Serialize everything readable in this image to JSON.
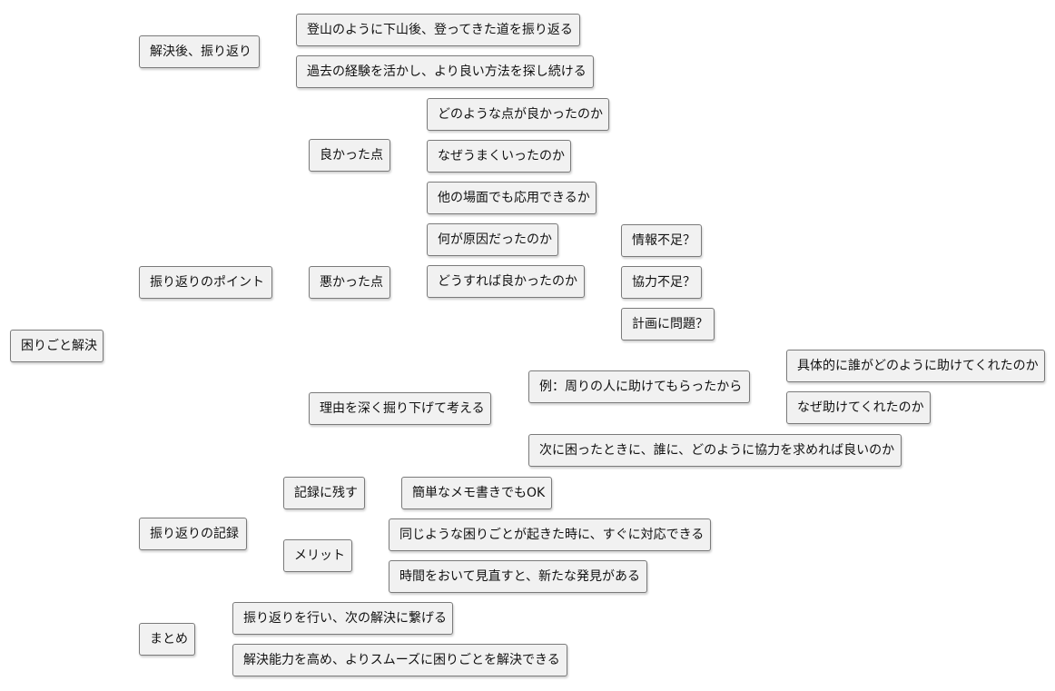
{
  "mindmap": {
    "root": {
      "label": "困りごと解決",
      "children": [
        {
          "label": "解決後、振り返り",
          "children": [
            {
              "label": "登山のように下山後、登ってきた道を振り返る",
              "children": []
            },
            {
              "label": "過去の経験を活かし、より良い方法を探し続ける",
              "children": []
            }
          ]
        },
        {
          "label": "振り返りのポイント",
          "children": [
            {
              "label": "良かった点",
              "children": [
                {
                  "label": "どのような点が良かったのか",
                  "children": []
                },
                {
                  "label": "なぜうまくいったのか",
                  "children": []
                },
                {
                  "label": "他の場面でも応用できるか",
                  "children": []
                }
              ]
            },
            {
              "label": "悪かった点",
              "children": [
                {
                  "label": "何が原因だったのか",
                  "children": []
                },
                {
                  "label": "どうすれば良かったのか",
                  "children": [
                    {
                      "label": "情報不足？",
                      "children": []
                    },
                    {
                      "label": "協力不足？",
                      "children": []
                    },
                    {
                      "label": "計画に問題？",
                      "children": []
                    }
                  ]
                }
              ]
            },
            {
              "label": "理由を深く掘り下げて考える",
              "children": [
                {
                  "label": "例：周りの人に助けてもらったから",
                  "children": [
                    {
                      "label": "具体的に誰がどのように助けてくれたのか",
                      "children": []
                    },
                    {
                      "label": "なぜ助けてくれたのか",
                      "children": []
                    }
                  ]
                },
                {
                  "label": "次に困ったときに、誰に、どのように協力を求めれば良いのか",
                  "children": []
                }
              ]
            }
          ]
        },
        {
          "label": "振り返りの記録",
          "children": [
            {
              "label": "記録に残す",
              "children": [
                {
                  "label": "簡単なメモ書きでもOK",
                  "children": []
                }
              ]
            },
            {
              "label": "メリット",
              "children": [
                {
                  "label": "同じような困りごとが起きた時に、すぐに対応できる",
                  "children": []
                },
                {
                  "label": "時間をおいて見直すと、新たな発見がある",
                  "children": []
                }
              ]
            }
          ]
        },
        {
          "label": "まとめ",
          "children": [
            {
              "label": "振り返りを行い、次の解決に繋げる",
              "children": []
            },
            {
              "label": "解決能力を高め、よりスムーズに困りごとを解決できる",
              "children": []
            }
          ]
        }
      ]
    }
  }
}
